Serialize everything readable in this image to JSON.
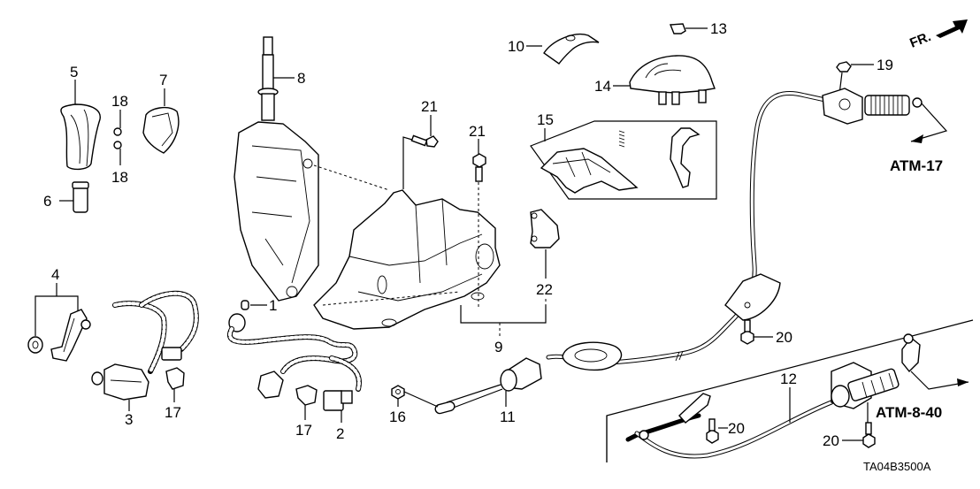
{
  "diagram": {
    "type": "exploded-parts-diagram",
    "subject": "Automatic transmission shift lever / select cable assembly",
    "direction_indicator": "FR.",
    "drawing_code": "TA04B3500A",
    "callouts": {
      "c1": "1",
      "c2": "2",
      "c3": "3",
      "c4": "4",
      "c5": "5",
      "c6": "6",
      "c7": "7",
      "c8": "8",
      "c9": "9",
      "c10": "10",
      "c11": "11",
      "c12": "12",
      "c13": "13",
      "c14": "14",
      "c15": "15",
      "c16": "16",
      "c17a": "17",
      "c17b": "17",
      "c18a": "18",
      "c18b": "18",
      "c19": "19",
      "c20a": "20",
      "c20b": "20",
      "c20c": "20",
      "c21a": "21",
      "c21b": "21",
      "c22": "22"
    },
    "references": {
      "atm17": "ATM-17",
      "atm840": "ATM-8-40"
    },
    "parts": [
      {
        "no": "1",
        "depicts": "bulb / socket"
      },
      {
        "no": "2",
        "depicts": "connector"
      },
      {
        "no": "3",
        "depicts": "solenoid / switch with harness"
      },
      {
        "no": "4",
        "depicts": "lever assembly with washer"
      },
      {
        "no": "5",
        "depicts": "shift knob"
      },
      {
        "no": "6",
        "depicts": "knob sleeve"
      },
      {
        "no": "7",
        "depicts": "button cover"
      },
      {
        "no": "8",
        "depicts": "select lever"
      },
      {
        "no": "9",
        "depicts": "bracket base"
      },
      {
        "no": "10",
        "depicts": "boot cover"
      },
      {
        "no": "11",
        "depicts": "select cable end"
      },
      {
        "no": "12",
        "depicts": "cable"
      },
      {
        "no": "13",
        "depicts": "clip"
      },
      {
        "no": "14",
        "depicts": "indicator panel"
      },
      {
        "no": "15",
        "depicts": "guide set (kit)"
      },
      {
        "no": "16",
        "depicts": "nut"
      },
      {
        "no": "17",
        "depicts": "clip"
      },
      {
        "no": "18",
        "depicts": "screw"
      },
      {
        "no": "19",
        "depicts": "nut"
      },
      {
        "no": "20",
        "depicts": "bolt"
      },
      {
        "no": "21",
        "depicts": "bolt"
      },
      {
        "no": "22",
        "depicts": "bracket clip"
      }
    ]
  }
}
